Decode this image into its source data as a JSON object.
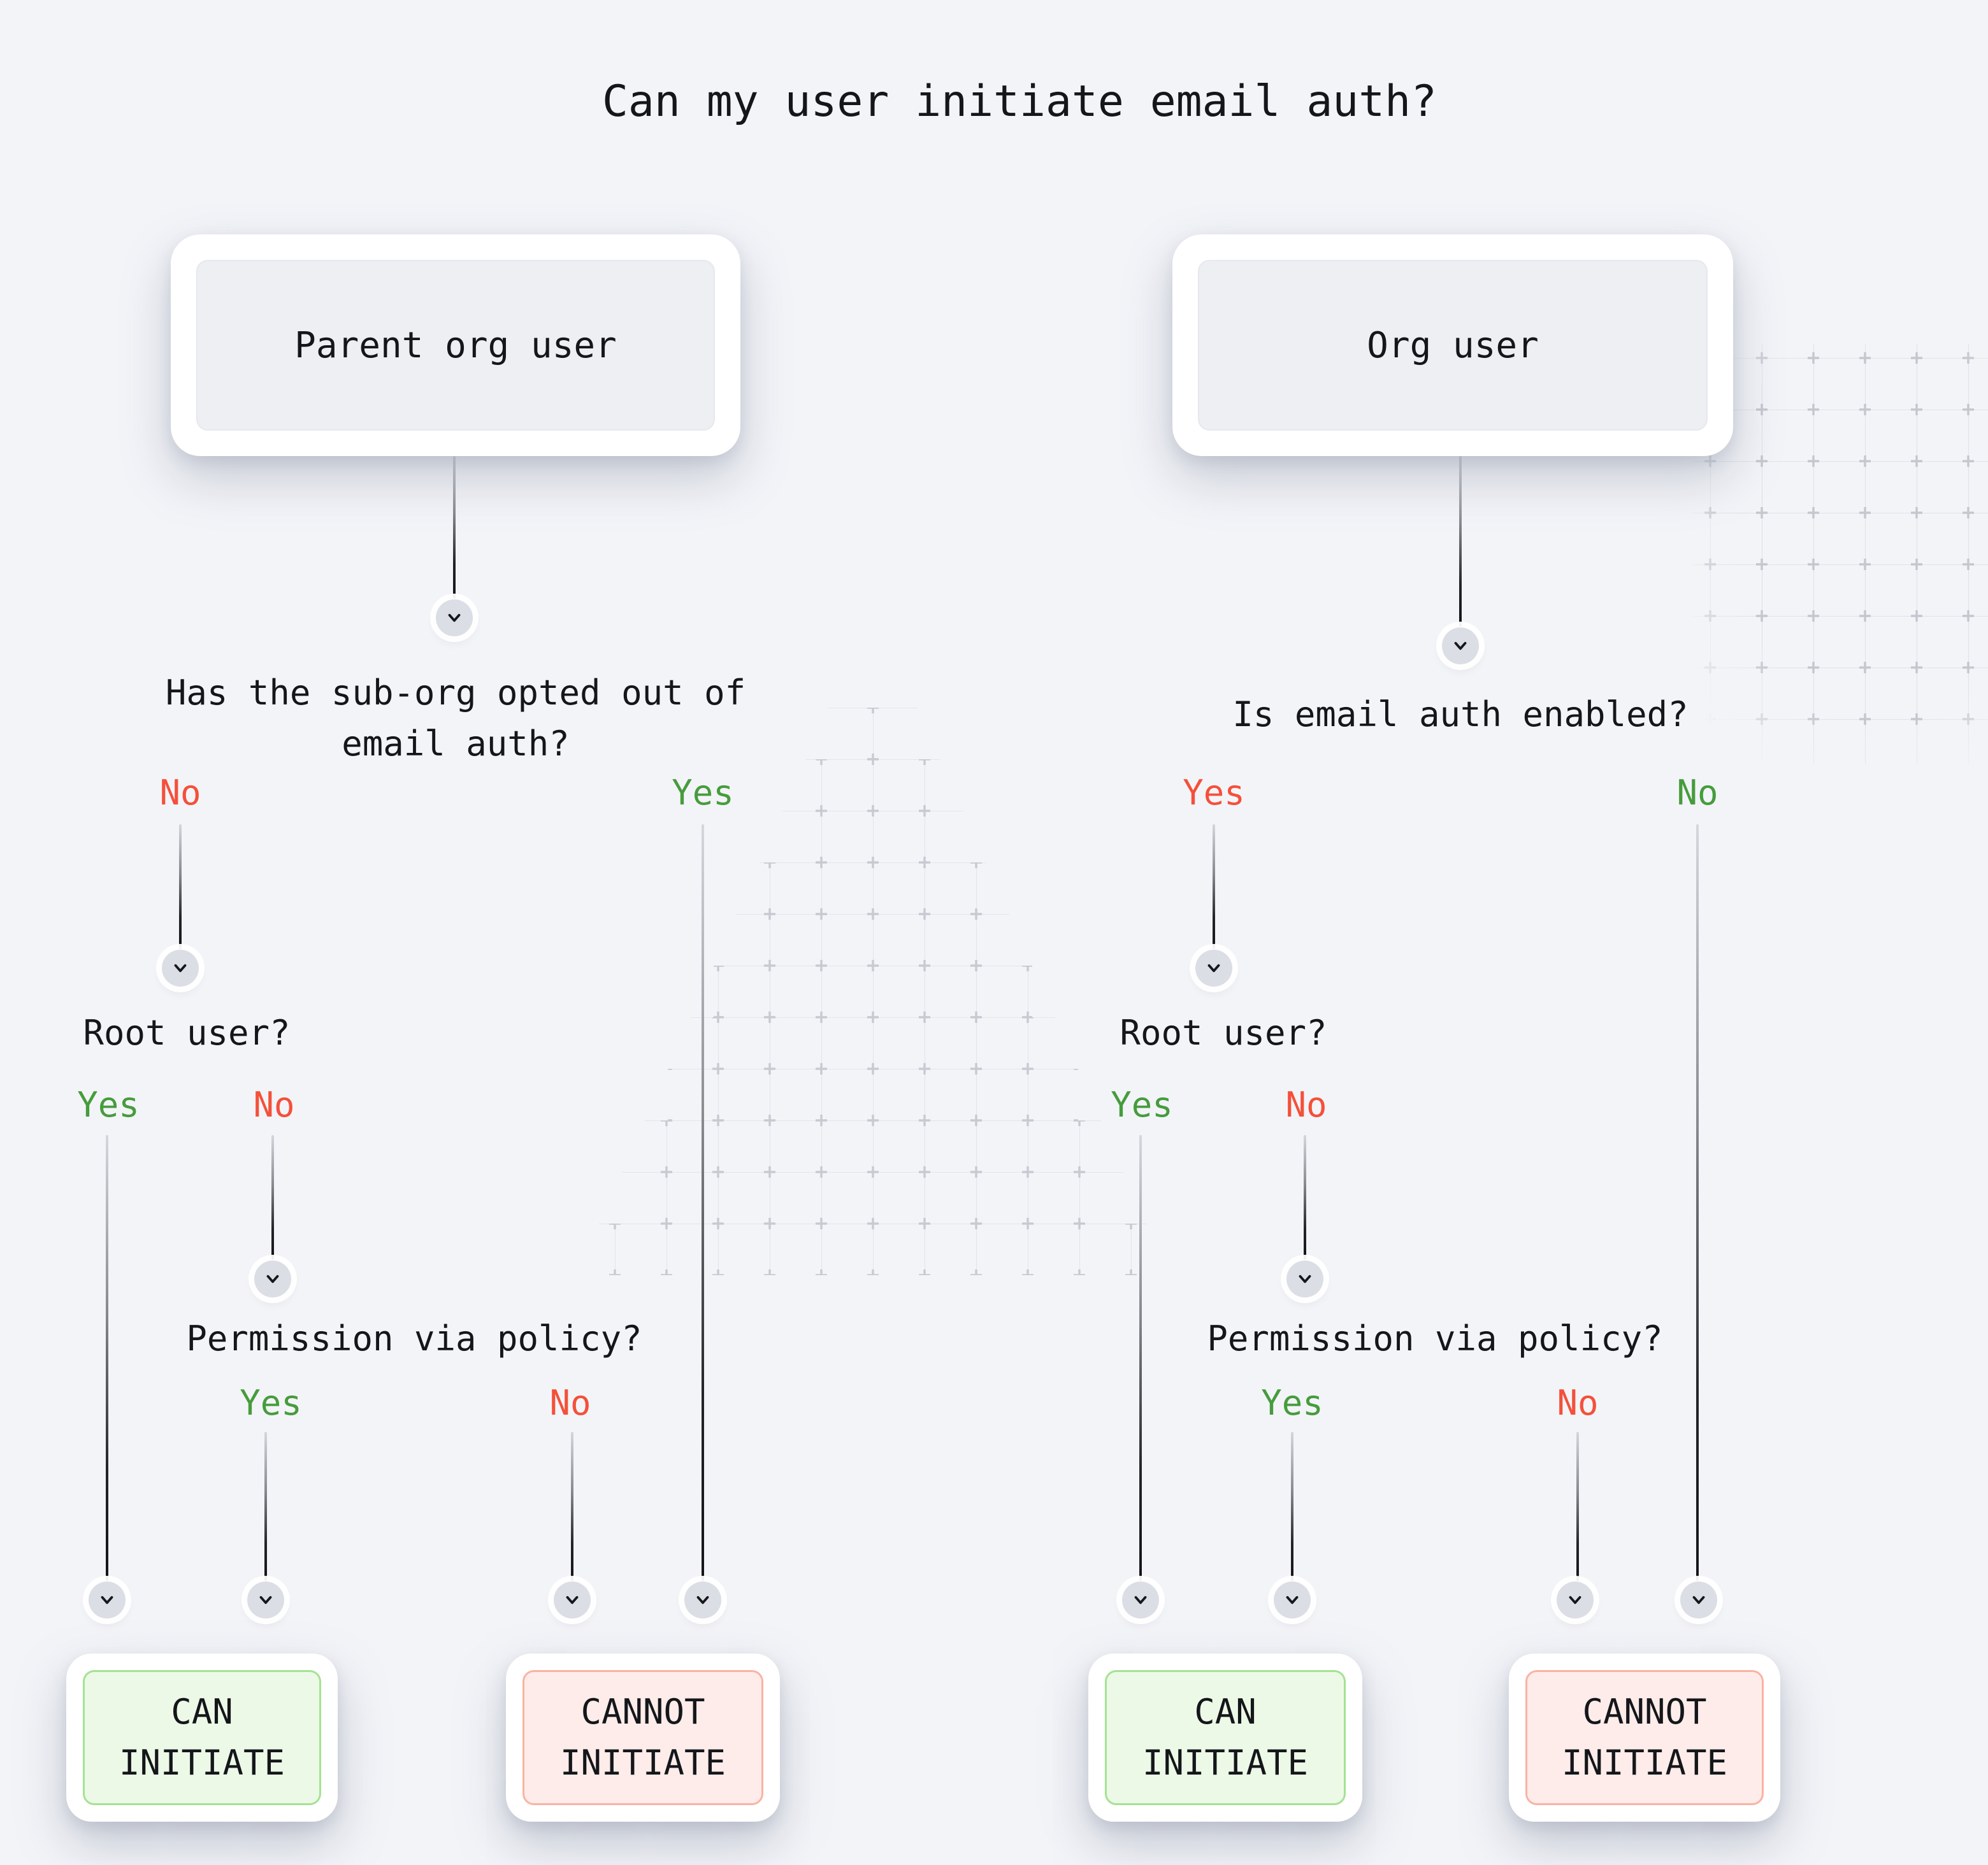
{
  "title": "Can my user initiate email auth?",
  "palette": {
    "background": "#f3f4f8",
    "text": "#14161a",
    "yes_green": "#469c3c",
    "no_red": "#f4503a",
    "card_fill": "#edeff3",
    "can_fill": "#edf9e7",
    "can_border": "#a5e293",
    "cannot_fill": "#fdece9",
    "cannot_border": "#f9b3a3",
    "connector_circle": "#dbdee5"
  },
  "icons": {
    "connector_arrow": "chevron-down"
  },
  "branches": {
    "left": {
      "source": "Parent org user",
      "q1_line1": "Has the sub-org opted out of",
      "q1_line2": "email auth?",
      "q1_no": {
        "label": "No",
        "color": "#f4503a"
      },
      "q1_yes": {
        "label": "Yes",
        "color": "#469c3c"
      },
      "q2": "Root user?",
      "q2_yes": {
        "label": "Yes",
        "color": "#469c3c"
      },
      "q2_no": {
        "label": "No",
        "color": "#f4503a"
      },
      "q3": "Permission via policy?",
      "q3_yes": {
        "label": "Yes",
        "color": "#469c3c"
      },
      "q3_no": {
        "label": "No",
        "color": "#f4503a"
      },
      "outcome_can": {
        "line1": "CAN",
        "line2": "INITIATE"
      },
      "outcome_cannot": {
        "line1": "CANNOT",
        "line2": "INITIATE"
      }
    },
    "right": {
      "source": "Org user",
      "q1": "Is email auth enabled?",
      "q1_yes": {
        "label": "Yes",
        "color": "#f4503a"
      },
      "q1_no": {
        "label": "No",
        "color": "#469c3c"
      },
      "q2": "Root user?",
      "q2_yes": {
        "label": "Yes",
        "color": "#469c3c"
      },
      "q2_no": {
        "label": "No",
        "color": "#f4503a"
      },
      "q3": "Permission via policy?",
      "q3_yes": {
        "label": "Yes",
        "color": "#469c3c"
      },
      "q3_no": {
        "label": "No",
        "color": "#f4503a"
      },
      "outcome_can": {
        "line1": "CAN",
        "line2": "INITIATE"
      },
      "outcome_cannot": {
        "line1": "CANNOT",
        "line2": "INITIATE"
      }
    }
  }
}
